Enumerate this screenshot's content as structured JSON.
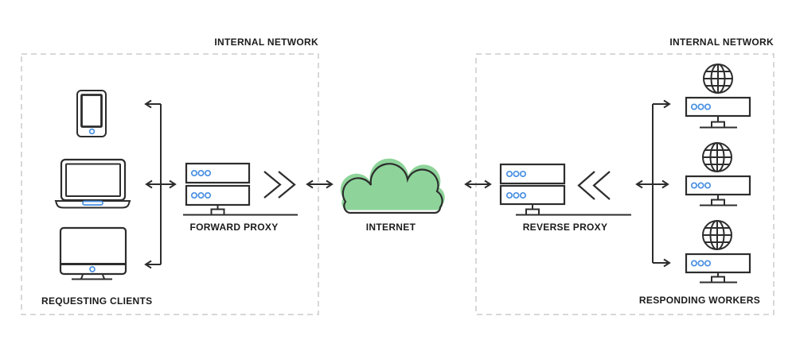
{
  "header": {
    "left_network_label": "INTERNAL NETWORK",
    "right_network_label": "INTERNAL NETWORK"
  },
  "left_network": {
    "clients_label": "REQUESTING CLIENTS",
    "client_icons": [
      "smartphone-icon",
      "laptop-icon",
      "desktop-icon"
    ]
  },
  "middle": {
    "forward_proxy_label": "FORWARD PROXY",
    "internet_label": "INTERNET",
    "reverse_proxy_label": "REVERSE PROXY",
    "forward_proxy_icon": "server-stack-icon",
    "internet_icon": "cloud-icon",
    "reverse_proxy_icon": "server-stack-icon",
    "forward_flow_icon": "double-chevron-right-icon",
    "reverse_flow_icon": "double-chevron-left-icon"
  },
  "right_network": {
    "workers_label": "RESPONDING WORKERS",
    "worker_icons": [
      "web-server-icon",
      "web-server-icon",
      "web-server-icon"
    ]
  },
  "colors": {
    "accent_blue": "#4a90e2",
    "cloud_green": "#8ed49a",
    "line_dark": "#2d2d2d",
    "dashed_border": "#cccccc",
    "label_text": "#1b1b1b"
  }
}
